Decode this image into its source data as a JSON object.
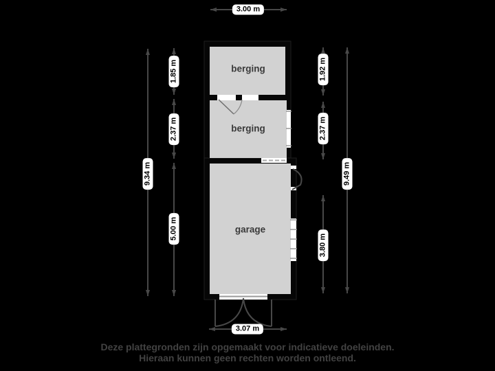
{
  "plan": {
    "rooms": [
      {
        "label": "berging"
      },
      {
        "label": "berging"
      },
      {
        "label": "garage"
      }
    ],
    "dimensions": {
      "top": "3.00 m",
      "bottom": "3.07 m",
      "left_total": "9.34 m",
      "left_segments": [
        "1.85 m",
        "2.37 m",
        "5.00 m"
      ],
      "right_total": "9.49 m",
      "right_segments": [
        "1.92 m",
        "2.37 m",
        "3.80 m"
      ]
    }
  },
  "footer": {
    "line1": "Deze plattegronden zijn opgemaakt voor indicatieve doeleinden.",
    "line2": "Hieraan kunnen geen rechten worden ontleend."
  },
  "colors": {
    "background": "#000000",
    "room_fill": "#d2d2d2",
    "wall": "#060606",
    "ink": "#484848",
    "label_bg": "#ffffff"
  }
}
